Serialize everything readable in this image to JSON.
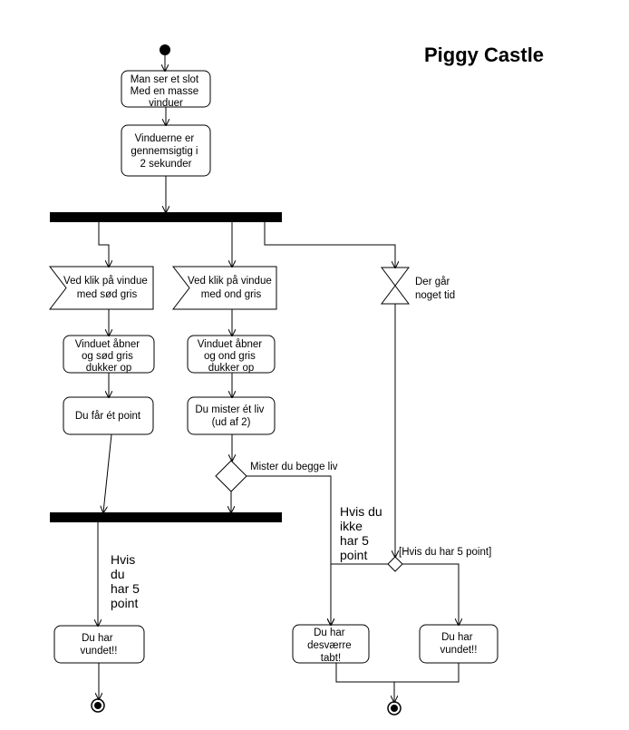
{
  "title": "Piggy Castle",
  "nodes": {
    "start_action": [
      "Man ser et slot",
      "Med en masse",
      "vinduer"
    ],
    "transparent_windows": [
      "Vinduerne er",
      "gennemsigtig i",
      "2 sekunder"
    ],
    "click_sweet_pig": [
      "Ved klik på vindue",
      "med  sød gris"
    ],
    "click_evil_pig": [
      "Ved klik på vindue",
      "med ond gris"
    ],
    "time_passes": [
      "Der går",
      "noget tid"
    ],
    "sweet_pig_appears": [
      "Vinduet åbner",
      "og sød gris",
      "dukker op"
    ],
    "evil_pig_appears": [
      "Vinduet åbner",
      "og ond gris",
      "dukker op"
    ],
    "gain_point": [
      "Du får ét point"
    ],
    "lose_life": [
      "Du mister ét liv",
      "(ud af 2)"
    ],
    "won_left": [
      "Du har",
      "vundet!!"
    ],
    "lost": [
      "Du har",
      "desværre",
      "tabt!"
    ],
    "won_right": [
      "Du har",
      "vundet!!"
    ]
  },
  "guards": {
    "lost_both_lives": "Mister du begge liv",
    "has_5_points_bracket": "[Hvis du har 5 point]",
    "not_5_points": [
      "Hvis du",
      "ikke",
      "har 5",
      "point"
    ],
    "has_5_points_left": [
      "Hvis",
      "du",
      "har 5",
      "point"
    ]
  }
}
